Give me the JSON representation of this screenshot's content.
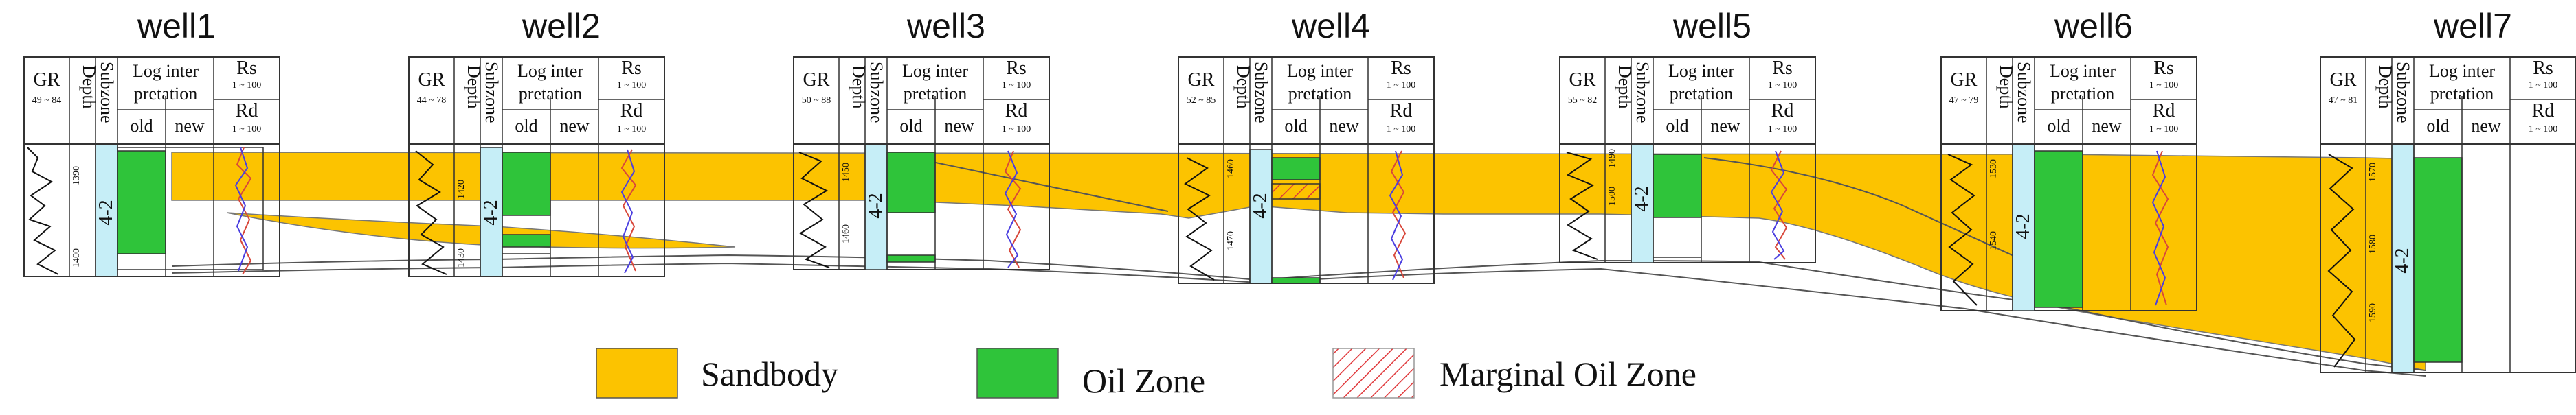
{
  "header_labels": {
    "gr": "GR",
    "depth": "Depth",
    "subzone": "Subzone",
    "interp_line1": "Log inter",
    "interp_line2": "pretation",
    "old": "old",
    "new": "new",
    "rs": "Rs",
    "rd": "Rd",
    "res_range": "1 ~ 100"
  },
  "wells": [
    {
      "name": "well1",
      "gr_range": "49 ~ 84",
      "depth_ticks": [
        "1390",
        "1400"
      ],
      "subzone": "4-2"
    },
    {
      "name": "well2",
      "gr_range": "44 ~ 78",
      "depth_ticks": [
        "1420",
        "1430"
      ],
      "subzone": "4-2"
    },
    {
      "name": "well3",
      "gr_range": "50 ~ 88",
      "depth_ticks": [
        "1450",
        "1460"
      ],
      "subzone": "4-2"
    },
    {
      "name": "well4",
      "gr_range": "52 ~ 85",
      "depth_ticks": [
        "1460",
        "1470"
      ],
      "subzone": "4-2"
    },
    {
      "name": "well5",
      "gr_range": "55 ~ 82",
      "depth_ticks": [
        "1490",
        "1500"
      ],
      "subzone": "4-2"
    },
    {
      "name": "well6",
      "gr_range": "47 ~ 79",
      "depth_ticks": [
        "1530",
        "1540"
      ],
      "subzone": "4-2"
    },
    {
      "name": "well7",
      "gr_range": "47 ~ 81",
      "depth_ticks": [
        "1570",
        "1580",
        "1590"
      ],
      "subzone": "4-2"
    }
  ],
  "legend": {
    "sandbody": "Sandbody",
    "oil_zone": "Oil Zone",
    "marginal_oil_zone": "Marginal Oil Zone"
  },
  "colors": {
    "sand": "#fcc300",
    "oil": "#2fc43a",
    "subzone": "#c6eef7",
    "marginal_hatch": "#e0393c",
    "rs_curve": "#d8473a",
    "rd_curve": "#4a3ee0"
  }
}
